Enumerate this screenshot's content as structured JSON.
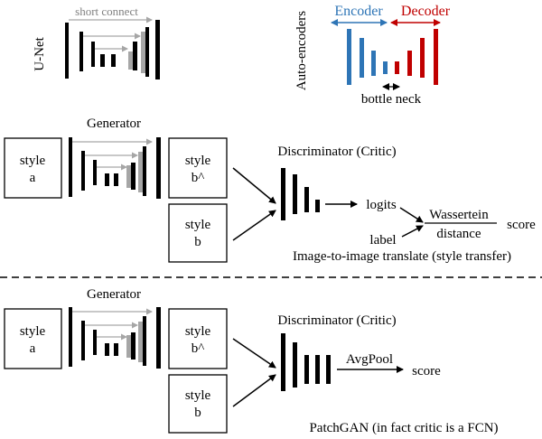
{
  "unet": {
    "label": "U-Net",
    "short_connect": "short connect"
  },
  "autoencoder": {
    "label": "Auto-encoders",
    "encoder": "Encoder",
    "decoder": "Decoder",
    "bottleneck": "bottle neck",
    "colors": {
      "encoder": "#2e75b6",
      "decoder": "#c00000"
    }
  },
  "section1": {
    "generator": "Generator",
    "input_line1": "style",
    "input_line2": "a",
    "gen_output_line1": "style",
    "gen_output_line2": "b^",
    "real_line1": "style",
    "real_line2": "b",
    "discriminator": "Discriminator (Critic)",
    "logits": "logits",
    "label": "label",
    "wasserstein_top": "Wassertein",
    "wasserstein_bottom": "distance",
    "score": "score",
    "caption": "Image-to-image translate (style transfer)"
  },
  "section2": {
    "generator": "Generator",
    "input_line1": "style",
    "input_line2": "a",
    "gen_output_line1": "style",
    "gen_output_line2": "b^",
    "real_line1": "style",
    "real_line2": "b",
    "discriminator": "Discriminator (Critic)",
    "avgpool": "AvgPool",
    "score": "score",
    "caption": "PatchGAN (in fact critic is a FCN)"
  },
  "colors": {
    "skip_arrow": "#a6a6a6",
    "grey_bar": "#a6a6a6",
    "ink": "#000000"
  }
}
